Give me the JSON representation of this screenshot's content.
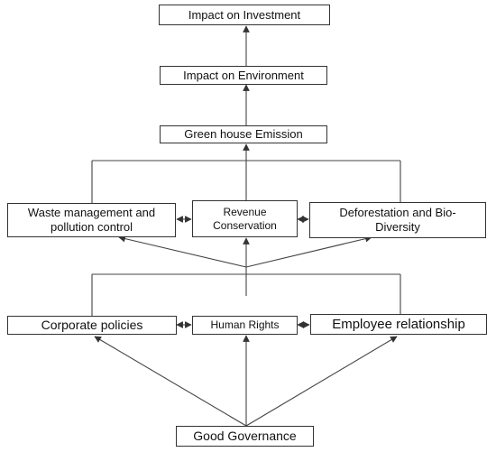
{
  "diagram": {
    "nodes": {
      "impact_investment": "Impact on Investment",
      "impact_environment": "Impact on Environment",
      "greenhouse": "Green house Emission",
      "waste": "Waste management and pollution control",
      "revenue": "Revenue Conservation",
      "deforestation": "Deforestation and Bio-Diversity",
      "corporate": "Corporate policies",
      "human_rights": "Human Rights",
      "employee": "Employee relationship",
      "good_governance": "Good Governance"
    },
    "edges": [
      {
        "from": "impact_environment",
        "to": "impact_investment"
      },
      {
        "from": "greenhouse",
        "to": "impact_environment"
      },
      {
        "from": "waste",
        "to": "greenhouse"
      },
      {
        "from": "revenue",
        "to": "greenhouse"
      },
      {
        "from": "deforestation",
        "to": "greenhouse"
      },
      {
        "from": "waste",
        "to": "revenue",
        "bidirectional": true
      },
      {
        "from": "revenue",
        "to": "deforestation",
        "bidirectional": true
      },
      {
        "from": "corporate",
        "to": "waste"
      },
      {
        "from": "corporate",
        "to": "revenue"
      },
      {
        "from": "corporate",
        "to": "deforestation"
      },
      {
        "from": "human_rights",
        "to": "waste"
      },
      {
        "from": "human_rights",
        "to": "revenue"
      },
      {
        "from": "human_rights",
        "to": "deforestation"
      },
      {
        "from": "employee",
        "to": "waste"
      },
      {
        "from": "employee",
        "to": "revenue"
      },
      {
        "from": "employee",
        "to": "deforestation"
      },
      {
        "from": "corporate",
        "to": "human_rights",
        "bidirectional": true
      },
      {
        "from": "human_rights",
        "to": "employee",
        "bidirectional": true
      },
      {
        "from": "good_governance",
        "to": "corporate"
      },
      {
        "from": "good_governance",
        "to": "human_rights"
      },
      {
        "from": "good_governance",
        "to": "employee"
      }
    ]
  }
}
